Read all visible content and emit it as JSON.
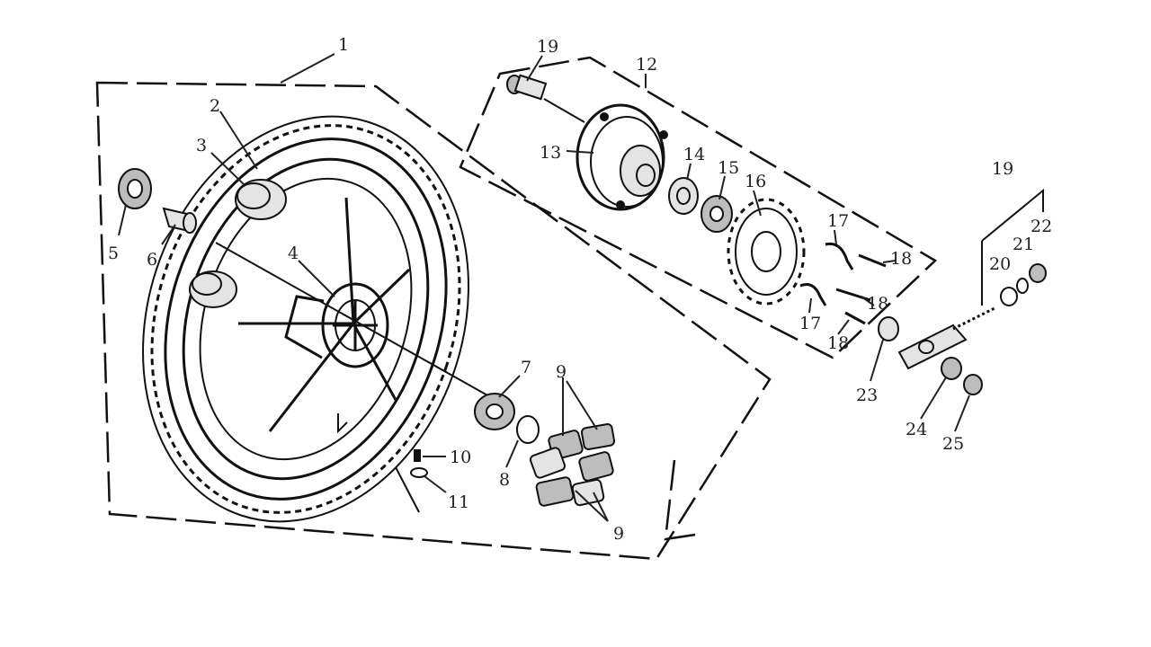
{
  "diagram": {
    "callouts": {
      "c1": "1",
      "c2": "2",
      "c3": "3",
      "c4": "4",
      "c5": "5",
      "c6": "6",
      "c7": "7",
      "c8": "8",
      "c9a": "9",
      "c9b": "9",
      "c10": "10",
      "c11": "11",
      "c12": "12",
      "c13": "13",
      "c14": "14",
      "c15": "15",
      "c16": "16",
      "c17a": "17",
      "c17b": "17",
      "c18a": "18",
      "c18b": "18",
      "c18c": "18",
      "c19a": "19",
      "c19b": "19",
      "c20": "20",
      "c21": "21",
      "c22": "22",
      "c23": "23",
      "c24": "24",
      "c25": "25"
    }
  }
}
